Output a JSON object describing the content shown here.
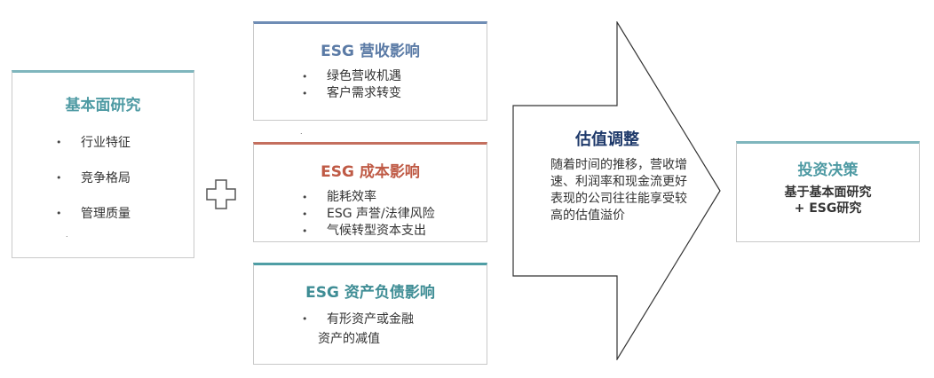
{
  "fundamental": {
    "title": "基本面研究",
    "items": [
      "行业特征",
      "竞争格局",
      "管理质量"
    ],
    "trailing_dot": "."
  },
  "revenue": {
    "title": "ESG 营收影响",
    "items": [
      "绿色营收机遇",
      "客户需求转变"
    ]
  },
  "separator_dot": ".",
  "cost": {
    "title": "ESG 成本影响",
    "items": [
      "能耗效率",
      "ESG 声誉/法律风险",
      "气候转型资本支出"
    ]
  },
  "balance_sheet": {
    "title": "ESG 资产负债影响",
    "items": [
      "有形资产或金融",
      "资产的减值"
    ]
  },
  "valuation": {
    "title": "估值调整",
    "description": "随着时间的推移，营收增速、利润率和现金流更好表现的公司往往能享受较高的估值溢价"
  },
  "decision": {
    "title": "投资决策",
    "lines": [
      "基于基本面研究",
      "+ ESG研究"
    ]
  },
  "colors": {
    "teal_accent": "#7fb6bd",
    "blue_accent": "#6f8db5",
    "red_accent": "#c46f5e",
    "teal_dark": "#4f9ea5",
    "navy_title": "#1f3a6b"
  },
  "icons": {
    "plus": "plus-icon",
    "arrow": "right-arrow-icon"
  }
}
